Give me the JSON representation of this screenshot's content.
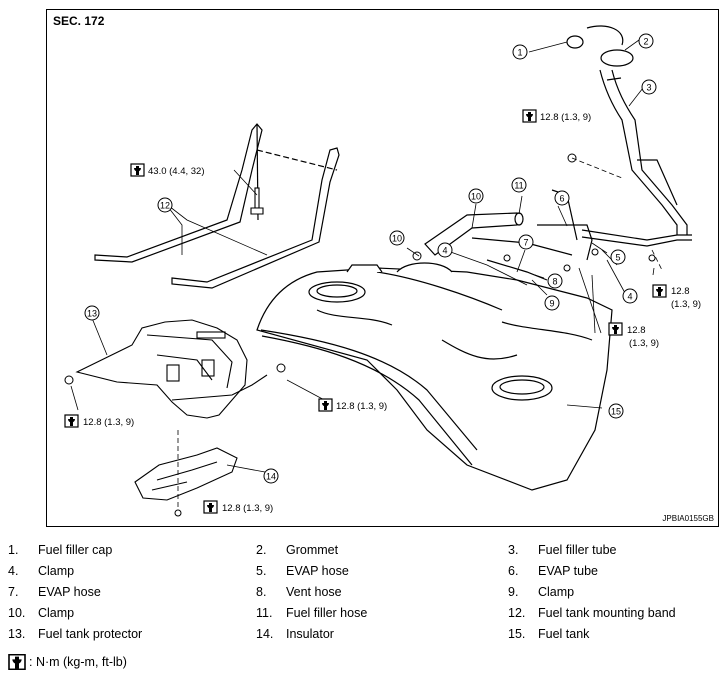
{
  "section": "SEC. 172",
  "figure_id": "JPBIA0155GB",
  "callouts": [
    "1",
    "2",
    "3",
    "4",
    "5",
    "6",
    "7",
    "8",
    "9",
    "10",
    "11",
    "12",
    "13",
    "14",
    "15"
  ],
  "torques": {
    "band": "43.0 (4.4, 32)",
    "filler": "12.8 (1.3, 9)",
    "right_top": "12.8",
    "right_bottom": "(1.3, 9)",
    "mid_top": "12.8",
    "mid_bottom": "(1.3, 9)",
    "center": "12.8 (1.3, 9)",
    "left": "12.8 (1.3, 9)",
    "insulator": "12.8 (1.3, 9)"
  },
  "legend": [
    {
      "num": "1.",
      "text": "Fuel filler cap"
    },
    {
      "num": "2.",
      "text": "Grommet"
    },
    {
      "num": "3.",
      "text": "Fuel filler tube"
    },
    {
      "num": "4.",
      "text": "Clamp"
    },
    {
      "num": "5.",
      "text": "EVAP hose"
    },
    {
      "num": "6.",
      "text": "EVAP tube"
    },
    {
      "num": "7.",
      "text": "EVAP hose"
    },
    {
      "num": "8.",
      "text": "Vent hose"
    },
    {
      "num": "9.",
      "text": "Clamp"
    },
    {
      "num": "10.",
      "text": "Clamp"
    },
    {
      "num": "11.",
      "text": "Fuel filler hose"
    },
    {
      "num": "12.",
      "text": "Fuel tank mounting band"
    },
    {
      "num": "13.",
      "text": "Fuel tank protector"
    },
    {
      "num": "14.",
      "text": "Insulator"
    },
    {
      "num": "15.",
      "text": "Fuel tank"
    }
  ],
  "unit_note": ": N·m (kg-m, ft-lb)",
  "icons": {
    "torque": "torque-wrench-icon"
  }
}
